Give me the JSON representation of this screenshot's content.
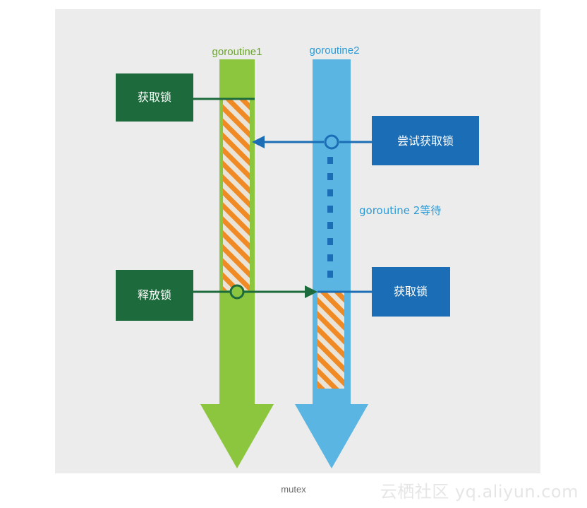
{
  "colors": {
    "background_panel": "#ececec",
    "goroutine1": "#8cc63f",
    "goroutine2": "#5ab5e2",
    "lock_box_dark_green": "#1d6b3c",
    "lock_box_blue": "#1b6eb5",
    "lock_stripe_orange": "#f08a24",
    "lock_stripe_light": "#e9e3d8",
    "connector_dark_green": "#1d6b3c",
    "connector_blue": "#1b6eb5",
    "wait_text_blue": "#2a9bd6",
    "goroutine1_label": "#6aa52a",
    "goroutine2_label": "#2a9bd6"
  },
  "diagram": {
    "goroutine1_label": "goroutine1",
    "goroutine2_label": "goroutine2",
    "box_acquire_g1": "获取锁",
    "box_release_g1": "释放锁",
    "box_try_acquire_g2": "尝试获取锁",
    "box_acquire_g2": "获取锁",
    "wait_label": "goroutine 2等待"
  },
  "caption": "mutex",
  "watermark": "云栖社区 yq.aliyun.com"
}
